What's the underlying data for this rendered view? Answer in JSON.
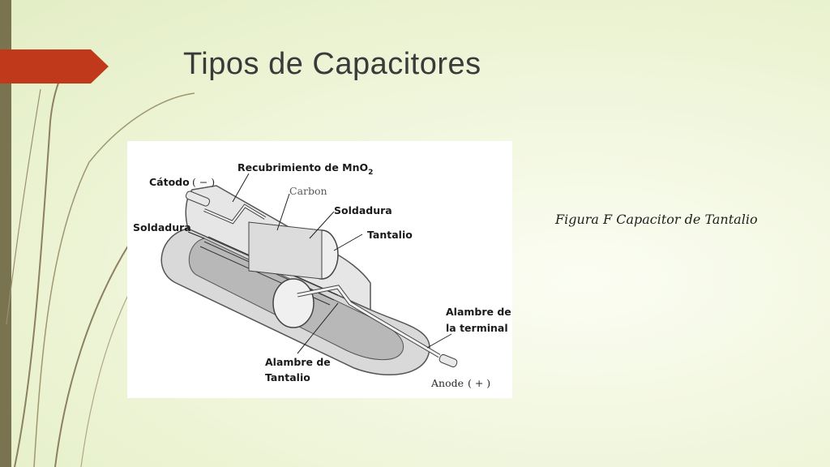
{
  "slide": {
    "title": "Tipos de Capacitores",
    "accent_color": "#c0391b",
    "band_color": "#7a7350"
  },
  "figure": {
    "caption": "Figura F Capacitor de Tantalio",
    "labels": {
      "recubrimiento": "Recubrimiento de MnO",
      "recubrimiento_sub": "2",
      "catodo": "Cátodo",
      "catodo_sign": "( − )",
      "carbon": "Carbon",
      "soldadura_right": "Soldadura",
      "soldadura_left": "Soldadura",
      "tantalio": "Tantalio",
      "alambre_terminal_1": "Alambre de",
      "alambre_terminal_2": "la terminal",
      "alambre_tantalio_1": "Alambre de",
      "alambre_tantalio_2": "Tantalio",
      "anode": "Anode",
      "anode_sign": "( + )"
    }
  }
}
